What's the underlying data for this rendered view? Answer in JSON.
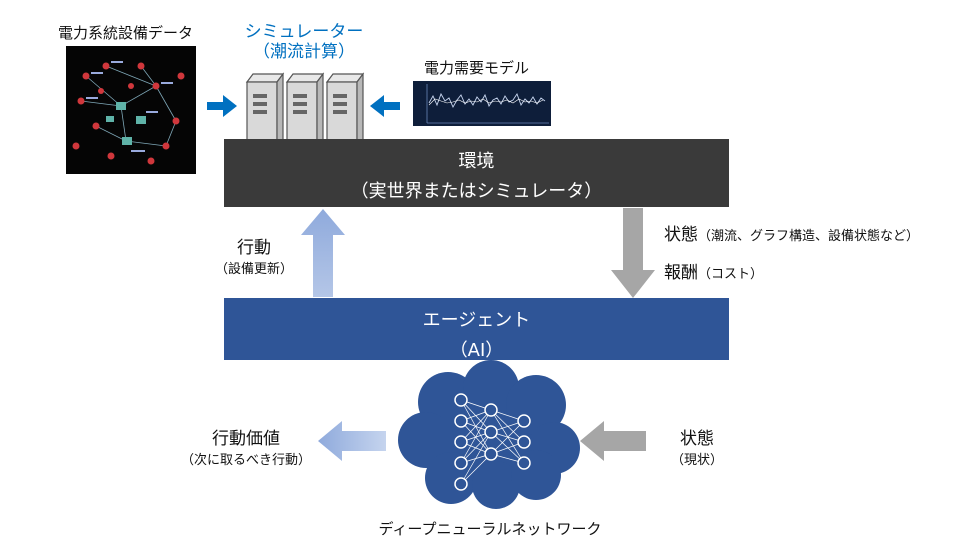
{
  "grid_data": {
    "label": "電力系統設備データ"
  },
  "simulator": {
    "label_line1": "シミュレーター",
    "label_line2": "（潮流計算）"
  },
  "demand_model": {
    "label": "電力需要モデル"
  },
  "environment": {
    "line1": "環境",
    "line2": "（実世界またはシミュレータ）"
  },
  "agent": {
    "line1": "エージェント",
    "line2": "（AI）"
  },
  "action": {
    "main": "行動",
    "sub": "（設備更新）"
  },
  "state_output": {
    "main": "状態",
    "sub": "（潮流、グラフ構造、設備状態など）"
  },
  "reward": {
    "main": "報酬",
    "sub": "（コスト）"
  },
  "action_value": {
    "main": "行動価値",
    "sub": "（次に取るべき行動）"
  },
  "state_input": {
    "main": "状態",
    "sub": "（現状）"
  },
  "network": {
    "label": "ディープニューラルネットワーク"
  },
  "colors": {
    "accent_blue": "#0070c0",
    "env_bg": "#3a3a3a",
    "agent_bg": "#2f5597",
    "cloud": "#2f5597"
  }
}
